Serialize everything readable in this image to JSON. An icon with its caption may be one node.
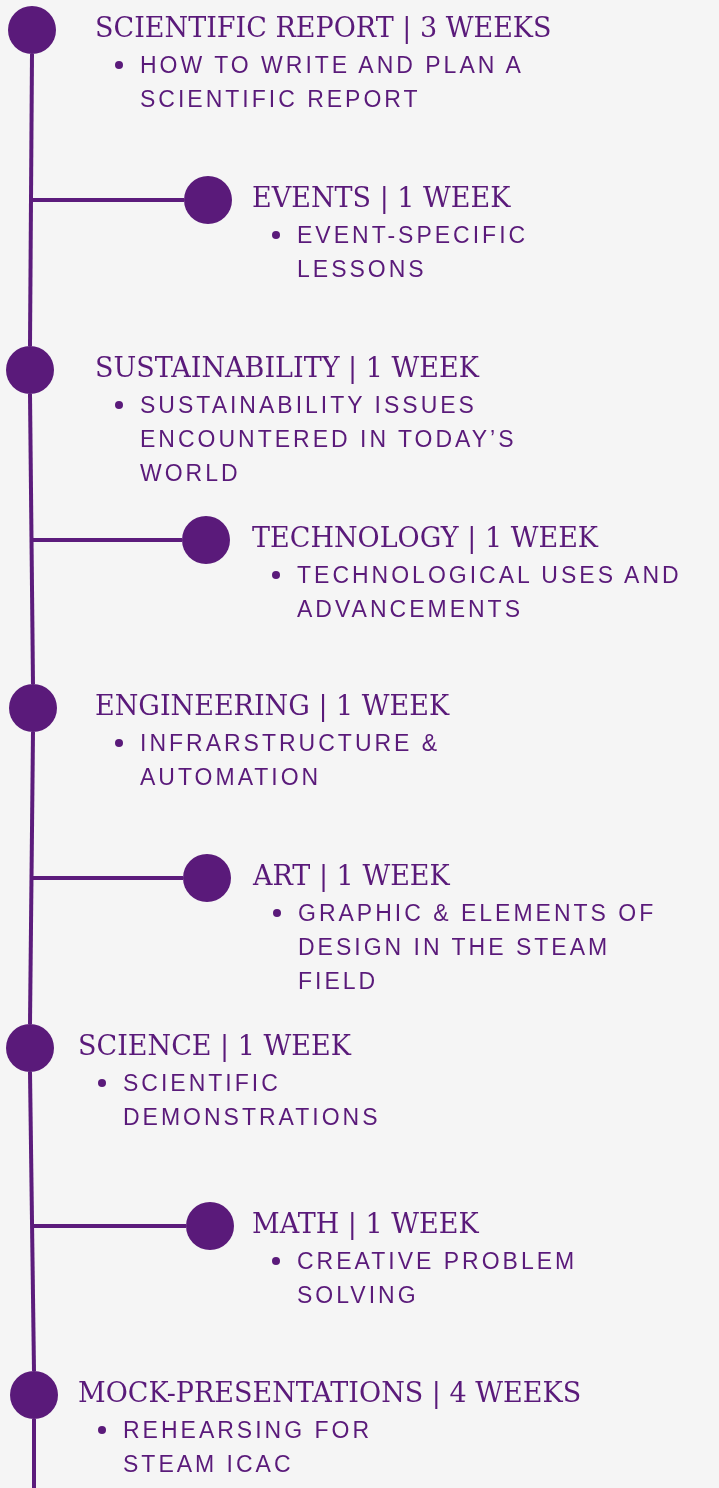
{
  "diagram": {
    "nodes": [
      {
        "text": [
          "SCIENTIFIC REPORT | 3 WEEKS",
          "HOW TO WRITE AND PLAN A SCIENTIFIC REPORT"
        ]
      },
      {
        "text": [
          "EVENTS | 1 WEEK",
          "EVENT-SPECIFIC LESSONS"
        ]
      },
      {
        "text": [
          "SUSTAINABILITY | 1 WEEK",
          "SUSTAINABILITY ISSUES ENCOUNTERED IN TODAY’S WORLD"
        ]
      },
      {
        "text": [
          "TECHNOLOGY | 1 WEEK",
          "TECHNOLOGICAL USES AND ADVANCEMENTS"
        ]
      },
      {
        "text": [
          "ENGINEERING | 1 WEEK",
          "INFRARSTRUCTURE & AUTOMATION"
        ]
      },
      {
        "text": [
          "ART | 1 WEEK",
          "GRAPHIC & ELEMENTS OF DESIGN IN THE STEAM FIELD"
        ]
      },
      {
        "text": [
          "SCIENCE | 1 WEEK",
          "SCIENTIFIC DEMONSTRATIONS"
        ]
      },
      {
        "text": [
          "MATH | 1 WEEK",
          "CREATIVE PROBLEM SOLVING"
        ]
      },
      {
        "text": [
          "MOCK-PRESENTATIONS | 4 WEEKS",
          "REHEARSING FOR STEAM ICAC"
        ]
      }
    ],
    "edges": [
      {
        "from": 0,
        "to": 2,
        "arrow": "none"
      },
      {
        "from": null,
        "to": 1,
        "arrow": "none"
      },
      {
        "from": 2,
        "to": 4,
        "arrow": "none"
      },
      {
        "from": null,
        "to": 3,
        "arrow": "none"
      },
      {
        "from": 4,
        "to": 6,
        "arrow": "none"
      },
      {
        "from": null,
        "to": 5,
        "arrow": "none"
      },
      {
        "from": 6,
        "to": 8,
        "arrow": "none"
      },
      {
        "from": null,
        "to": 7,
        "arrow": "none"
      },
      {
        "from": 8,
        "to": null,
        "arrow": "none"
      }
    ]
  }
}
